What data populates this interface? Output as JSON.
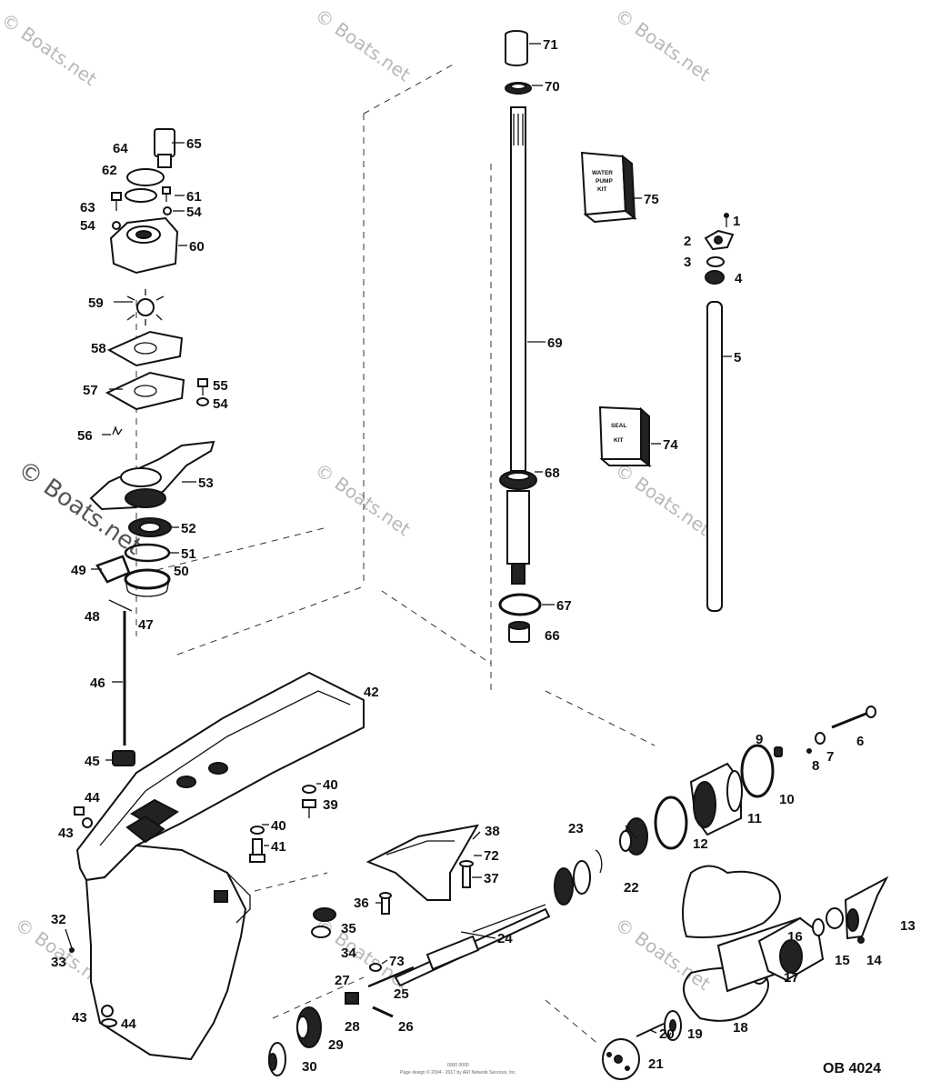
{
  "watermark": "© Boats.net",
  "diagram_code": "OB 4024",
  "footer_lines": [
    "0000 0000",
    "Page design © 2004 - 2017 by ARI Network Services, Inc."
  ],
  "kits": {
    "water_pump": [
      "WATER",
      "PUMP",
      "KIT"
    ],
    "seal": [
      "SEAL",
      "KIT"
    ]
  },
  "callouts": {
    "c1": "1",
    "c2": "2",
    "c3": "3",
    "c4": "4",
    "c5": "5",
    "c6": "6",
    "c7": "7",
    "c8": "8",
    "c9": "9",
    "c10": "10",
    "c11": "11",
    "c12": "12",
    "c13": "13",
    "c14": "14",
    "c15": "15",
    "c16": "16",
    "c17": "17",
    "c18": "18",
    "c19": "19",
    "c20": "20",
    "c21": "21",
    "c22": "22",
    "c23": "23",
    "c24": "24",
    "c25": "25",
    "c26": "26",
    "c27": "27",
    "c28": "28",
    "c29": "29",
    "c30": "30",
    "c32": "32",
    "c33": "33",
    "c34": "34",
    "c35": "35",
    "c36": "36",
    "c37": "37",
    "c38": "38",
    "c39": "39",
    "c40a": "40",
    "c40b": "40",
    "c41": "41",
    "c42": "42",
    "c43a": "43",
    "c43b": "43",
    "c44a": "44",
    "c44b": "44",
    "c45": "45",
    "c46": "46",
    "c47": "47",
    "c48": "48",
    "c49": "49",
    "c50": "50",
    "c51": "51",
    "c52": "52",
    "c53": "53",
    "c54a": "54",
    "c54b": "54",
    "c54c": "54",
    "c55": "55",
    "c56": "56",
    "c57": "57",
    "c58": "58",
    "c59": "59",
    "c60": "60",
    "c61": "61",
    "c62": "62",
    "c63": "63",
    "c64": "64",
    "c65": "65",
    "c66": "66",
    "c67": "67",
    "c68": "68",
    "c69": "69",
    "c70": "70",
    "c71": "71",
    "c72": "72",
    "c73": "73",
    "c74": "74",
    "c75": "75"
  }
}
